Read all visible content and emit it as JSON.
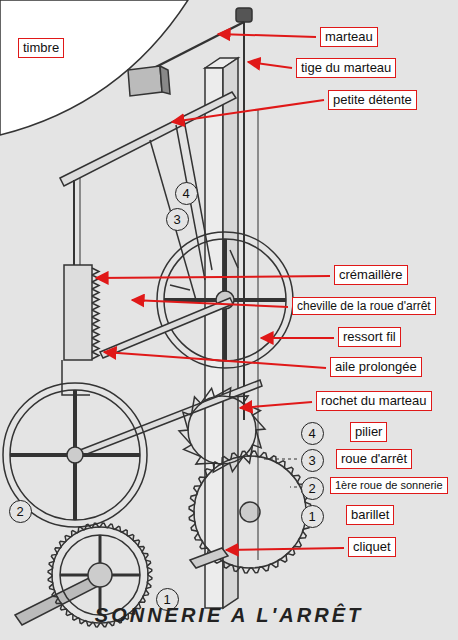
{
  "diagram": {
    "title": "SONNERIE A L'ARRÊT",
    "nodes": [
      {
        "text": [
          "timbre"
        ]
      },
      {
        "text": [
          "marteau"
        ]
      },
      {
        "text": [
          "tige du marteau"
        ]
      },
      {
        "text": [
          "petite détente"
        ]
      },
      {
        "text": [
          "4"
        ]
      },
      {
        "text": [
          "3"
        ]
      },
      {
        "text": [
          "crémaillère"
        ]
      },
      {
        "text": [
          "cheville de la roue d'arrêt"
        ]
      },
      {
        "text": [
          "ressort fil"
        ]
      },
      {
        "text": [
          "aile prolongée"
        ]
      },
      {
        "text": [
          "rochet du marteau"
        ]
      },
      {
        "text": [
          "4"
        ]
      },
      {
        "text": [
          "pilier"
        ]
      },
      {
        "text": [
          "3"
        ]
      },
      {
        "text": [
          "roue d'arrêt"
        ]
      },
      {
        "text": [
          "2"
        ]
      },
      {
        "text": [
          "1ère roue de sonnerie"
        ]
      },
      {
        "text": [
          "1"
        ]
      },
      {
        "text": [
          "barillet"
        ]
      },
      {
        "text": [
          "cliquet"
        ]
      },
      {
        "text": [
          "2"
        ]
      },
      {
        "text": [
          "1"
        ]
      }
    ]
  }
}
